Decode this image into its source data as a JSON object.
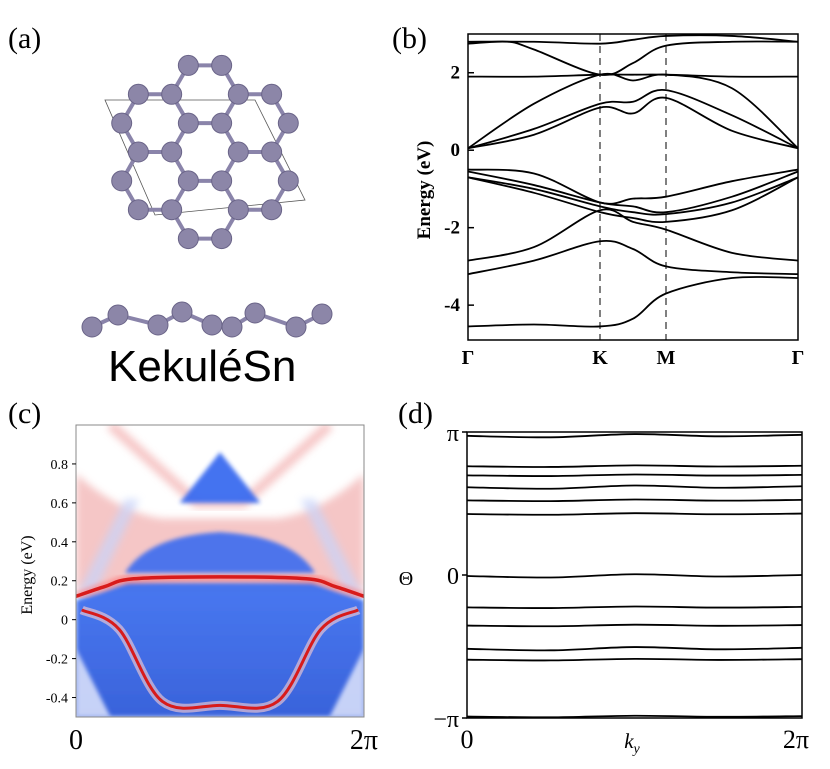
{
  "panels": {
    "a": {
      "label": "(a)",
      "material": "KekuléSn"
    },
    "b": {
      "label": "(b)"
    },
    "c": {
      "label": "(c)"
    },
    "d": {
      "label": "(d)"
    }
  },
  "colors": {
    "atom": "#8c86a8",
    "bond": "#8a84aa",
    "band_line": "#000000",
    "kpath_dash": "#808080",
    "edge_state": "#d81b1b",
    "bulk_blue": "#2f5fe6",
    "bulk_red": "#f2b3b3"
  },
  "chart_data": [
    {
      "panel": "b",
      "type": "line",
      "ylabel": "Energy (eV)",
      "ylim": [
        -4.9,
        3.0
      ],
      "yticks": [
        "2",
        "0",
        "-2",
        "-4"
      ],
      "xticks": [
        "Γ",
        "K",
        "M",
        "Γ"
      ],
      "kpoint_positions": [
        0,
        1,
        1.5,
        2.5
      ],
      "dashed_lines_at": [
        "K",
        "M"
      ],
      "bands": [
        {
          "x": [
            0,
            0.5,
            1,
            1.25,
            1.5,
            2,
            2.5
          ],
          "y": [
            -4.55,
            -4.5,
            -4.55,
            -4.35,
            -3.7,
            -3.3,
            -3.3
          ]
        },
        {
          "x": [
            0,
            0.5,
            1,
            1.25,
            1.5,
            2,
            2.5
          ],
          "y": [
            -3.2,
            -2.85,
            -2.35,
            -2.55,
            -3.0,
            -3.15,
            -3.2
          ]
        },
        {
          "x": [
            0,
            0.5,
            1,
            1.25,
            1.5,
            2,
            2.5
          ],
          "y": [
            -2.85,
            -2.5,
            -1.55,
            -1.85,
            -2.05,
            -2.65,
            -2.85
          ]
        },
        {
          "x": [
            0,
            0.5,
            1,
            1.25,
            1.5,
            2,
            2.5
          ],
          "y": [
            -0.7,
            -1.1,
            -1.6,
            -1.75,
            -1.85,
            -1.55,
            -0.7
          ]
        },
        {
          "x": [
            0,
            0.5,
            1,
            1.25,
            1.5,
            2,
            2.5
          ],
          "y": [
            -0.7,
            -1.0,
            -1.45,
            -1.6,
            -1.65,
            -1.35,
            -0.7
          ]
        },
        {
          "x": [
            0,
            0.5,
            1,
            1.25,
            1.5,
            2,
            2.5
          ],
          "y": [
            -0.55,
            -0.9,
            -1.35,
            -1.45,
            -1.6,
            -1.2,
            -0.55
          ]
        },
        {
          "x": [
            0,
            0.5,
            1,
            1.25,
            1.5,
            2,
            2.5
          ],
          "y": [
            -0.5,
            -0.6,
            -1.35,
            -1.25,
            -1.2,
            -0.8,
            -0.5
          ]
        },
        {
          "x": [
            0,
            0.5,
            1,
            1.25,
            1.5,
            2,
            2.5
          ],
          "y": [
            0.05,
            0.4,
            1.1,
            0.95,
            1.35,
            0.5,
            0.05
          ]
        },
        {
          "x": [
            0,
            0.5,
            1,
            1.25,
            1.5,
            2,
            2.5
          ],
          "y": [
            0.05,
            0.55,
            1.2,
            1.25,
            1.55,
            0.9,
            0.05
          ]
        },
        {
          "x": [
            0,
            0.5,
            1,
            1.25,
            1.5,
            2,
            2.5
          ],
          "y": [
            0.05,
            1.2,
            1.95,
            1.8,
            1.95,
            1.6,
            0.05
          ]
        },
        {
          "x": [
            0,
            0.5,
            1,
            1.25,
            1.5,
            2,
            2.5
          ],
          "y": [
            1.9,
            1.9,
            1.95,
            1.95,
            1.95,
            1.9,
            1.9
          ]
        },
        {
          "x": [
            0,
            0.3,
            0.5,
            1,
            1.25,
            1.5,
            2,
            2.5
          ],
          "y": [
            2.75,
            2.8,
            2.6,
            1.95,
            2.25,
            2.7,
            2.8,
            2.8
          ]
        },
        {
          "x": [
            0,
            0.5,
            1,
            1.25,
            1.5,
            2,
            2.5
          ],
          "y": [
            2.8,
            2.8,
            2.75,
            2.85,
            2.95,
            2.95,
            2.8
          ]
        }
      ]
    },
    {
      "panel": "c",
      "type": "heatmap",
      "ylabel": "Energy (eV)",
      "ylim": [
        -0.5,
        1.0
      ],
      "yticks": [
        "0.8",
        "0.6",
        "0.4",
        "0.2",
        "0",
        "-0.2",
        "-0.4"
      ],
      "xticks": [
        "0",
        "2π"
      ],
      "edge_state": {
        "x": [
          0,
          0.1,
          0.2,
          0.5,
          0.8,
          0.9,
          1.0
        ],
        "y": [
          0.12,
          0.17,
          0.21,
          0.22,
          0.21,
          0.17,
          0.12
        ]
      },
      "edge_state_lower": {
        "x": [
          0.02,
          0.15,
          0.3,
          0.5,
          0.7,
          0.85,
          0.98
        ],
        "y": [
          0.05,
          -0.05,
          -0.42,
          -0.44,
          -0.42,
          -0.05,
          0.05
        ]
      }
    },
    {
      "panel": "d",
      "type": "line",
      "ylabel": "Θ",
      "xlabel": "k_y",
      "xticks": [
        "0",
        "2π"
      ],
      "yticks": [
        "π",
        "0",
        "−π"
      ],
      "ylim": [
        -3.1416,
        3.1416
      ],
      "wannier_centers": [
        3.08,
        2.4,
        2.2,
        1.95,
        1.65,
        1.35,
        0.0,
        -0.7,
        -1.1,
        -1.6,
        -1.85,
        -3.1
      ]
    }
  ]
}
